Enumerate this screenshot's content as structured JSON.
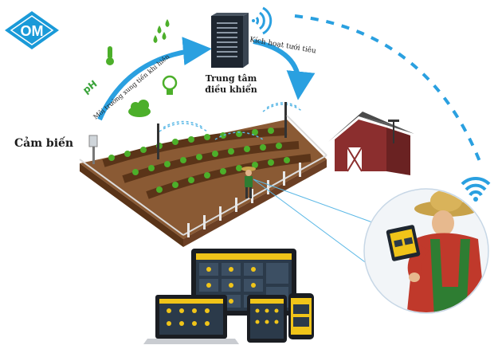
{
  "logo": {
    "text": "OM",
    "color": "#1a9ad8"
  },
  "labels": {
    "control_center_line1": "Trung tâm",
    "control_center_line2": "điều khiển",
    "sensor": "Cảm biến",
    "ph": "pH",
    "environment_arc": "Môi trường xung tiến khi hiền",
    "irrigation_arc": "Kích hoạt tưới tiêu"
  },
  "colors": {
    "flow_arrow": "#2aa0e0",
    "wifi": "#2aa0e0",
    "device_accent": "#f0c419",
    "device_screen_dark": "#2b3a4a",
    "soil": "#6b3f24",
    "plant": "#4caf2a",
    "barn": "#7a2a2a",
    "farmer_shirt": "#c0392b"
  },
  "icons": [
    "thermometer-icon",
    "water-drops-icon",
    "lightbulb-icon",
    "cloud-icon",
    "wifi-icon",
    "server-icon",
    "barn-icon",
    "farmer-icon",
    "laptop-icon",
    "tablet-icon",
    "phone-icon",
    "monitor-icon"
  ]
}
